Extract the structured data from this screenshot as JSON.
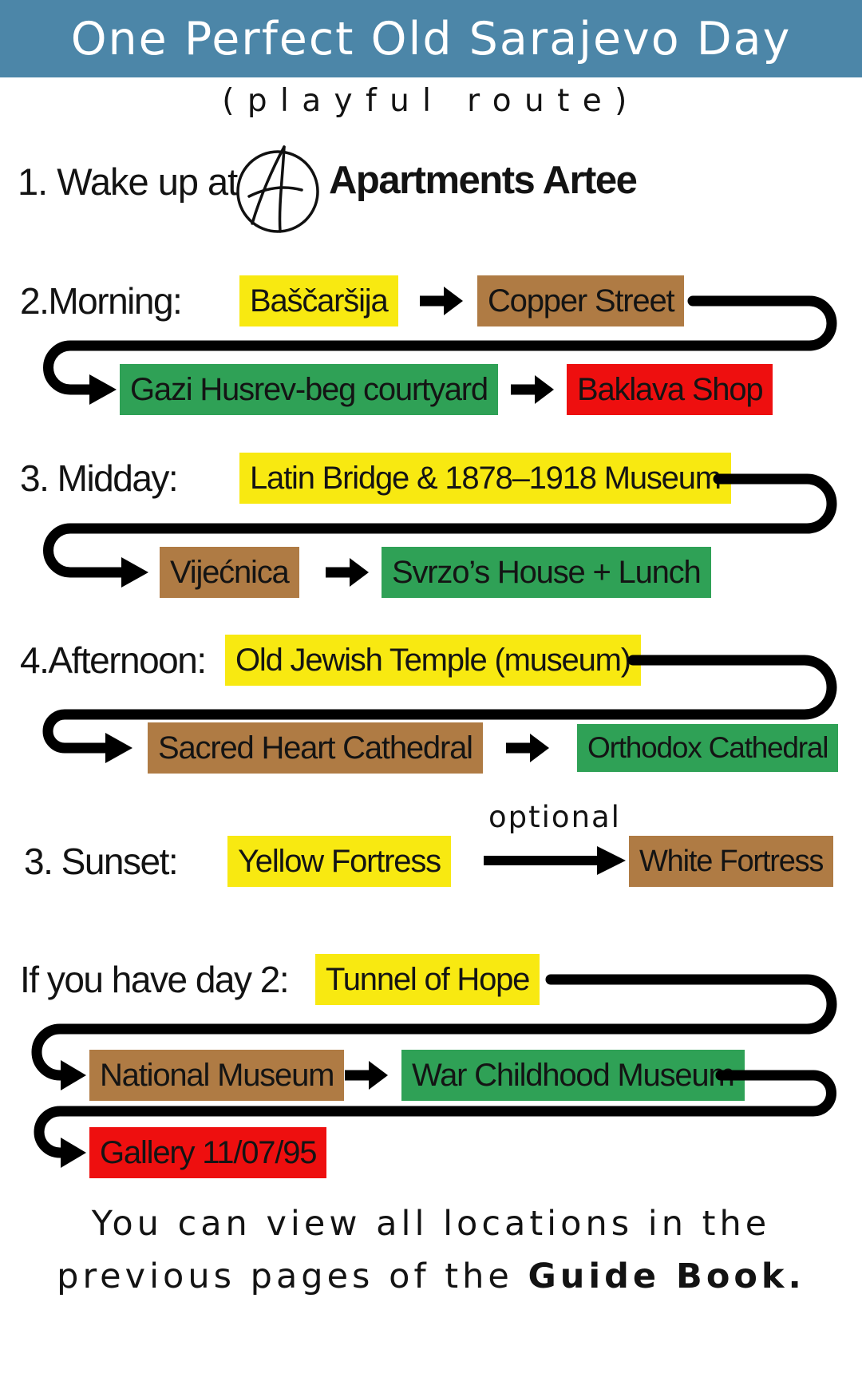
{
  "header": {
    "title": "One Perfect Old Sarajevo Day"
  },
  "subtitle": "(playful route)",
  "step1": {
    "text": "1. Wake up at",
    "brand": "Apartments Artee",
    "logo_icon": "apartments-artee-monogram-icon"
  },
  "sections": [
    {
      "label": "2.Morning:",
      "stops": [
        {
          "text": "Baščaršija",
          "color": "yellow"
        },
        {
          "text": "Copper Street",
          "color": "brown"
        },
        {
          "text": "Gazi Husrev-beg courtyard",
          "color": "green"
        },
        {
          "text": "Baklava Shop",
          "color": "red"
        }
      ]
    },
    {
      "label": "3. Midday:",
      "stops": [
        {
          "text": "Latin Bridge & 1878–1918 Museum",
          "color": "yellow"
        },
        {
          "text": "Vijećnica",
          "color": "brown"
        },
        {
          "text": "Svrzo’s House + Lunch",
          "color": "green"
        }
      ]
    },
    {
      "label": "4.Afternoon:",
      "stops": [
        {
          "text": "Old Jewish Temple (museum)",
          "color": "yellow"
        },
        {
          "text": "Sacred Heart Cathedral",
          "color": "brown"
        },
        {
          "text": "Orthodox Cathedral",
          "color": "green"
        }
      ]
    },
    {
      "label": "3. Sunset:",
      "optional_label": "optional",
      "stops": [
        {
          "text": "Yellow Fortress",
          "color": "yellow"
        },
        {
          "text": "White Fortress",
          "color": "brown"
        }
      ]
    },
    {
      "label": "If you have day 2:",
      "stops": [
        {
          "text": "Tunnel of Hope",
          "color": "yellow"
        },
        {
          "text": "National Museum",
          "color": "brown"
        },
        {
          "text": "War Childhood Museum",
          "color": "green"
        },
        {
          "text": "Gallery 11/07/95",
          "color": "red"
        }
      ]
    }
  ],
  "footer": {
    "line1": "You can view all locations in the",
    "line2_prefix": "previous pages of the ",
    "line2_bold": "Guide Book."
  },
  "colors": {
    "header_bg": "#4C86A8",
    "yellow": "#F8E911",
    "brown": "#AF7B44",
    "green": "#2FA156",
    "red": "#EE0F0F",
    "line": "#000000"
  },
  "icons": {
    "route_arrow": "arrow-right-icon",
    "route_connector": "route-connector-line"
  }
}
